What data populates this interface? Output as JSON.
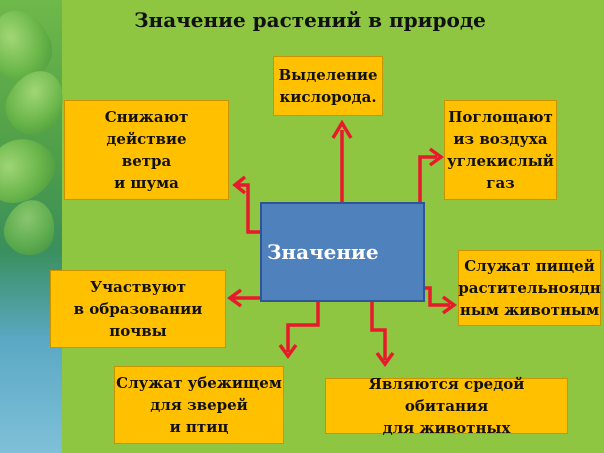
{
  "title": "Значение растений в природе",
  "center_label": "Значение",
  "boxes": {
    "top": "Выделение\nкислорода.",
    "top_left": "Снижают\nдействие\nветра\nи шума",
    "top_right": "Поглощают\nиз воздуха\nуглекислый\nгаз",
    "middle_left": "Участвуют\nв образовании\nпочвы",
    "middle_right": "Служат пищей\nрастительноядн\nным животным",
    "bottom_left": "Служат убежищем\nдля зверей\nи птиц",
    "bottom_right": "Являются средой обитания\nдля животных"
  },
  "colors": {
    "background": "#8ec641",
    "box_fill": "#ffc000",
    "center_fill": "#4f81bd",
    "arrow": "#e8192c"
  }
}
